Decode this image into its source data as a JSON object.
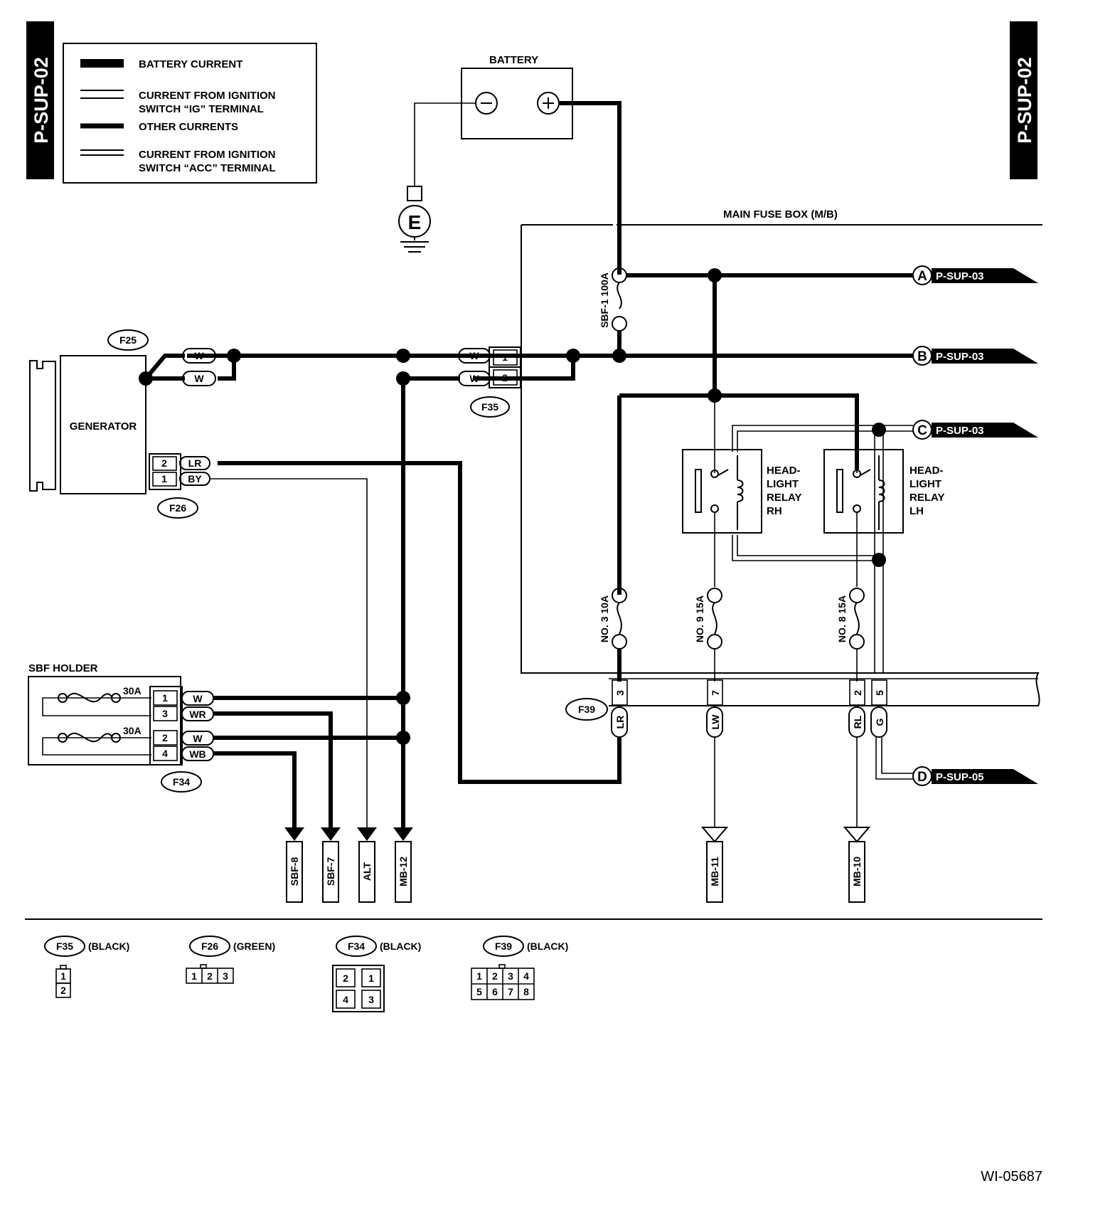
{
  "side_tabs": {
    "left": "P-SUP-02",
    "right": "P-SUP-02"
  },
  "legend": {
    "battery_current": "BATTERY CURRENT",
    "ig_line1": "CURRENT FROM IGNITION",
    "ig_line2": "SWITCH “IG” TERMINAL",
    "other": "OTHER CURRENTS",
    "acc_line1": "CURRENT FROM IGNITION",
    "acc_line2": "SWITCH “ACC” TERMINAL"
  },
  "battery": {
    "label": "BATTERY",
    "ground": "E"
  },
  "fuse_box": {
    "label": "MAIN FUSE BOX (M/B)"
  },
  "fuses": {
    "sbf1": "SBF-1 100A",
    "no3": "NO. 3 10A",
    "no9": "NO. 9 15A",
    "no8": "NO. 8 15A"
  },
  "generator": {
    "label": "GENERATOR"
  },
  "connectors": {
    "f25": "F25",
    "f35": "F35",
    "f26": "F26",
    "f34": "F34",
    "f39": "F39",
    "f35_pins": [
      "1",
      "2"
    ],
    "f26_pins": [
      "2",
      "1"
    ],
    "f34_pins": [
      "1",
      "3",
      "2",
      "4"
    ],
    "f39_pins": [
      "3",
      "7",
      "2",
      "5"
    ]
  },
  "wires": {
    "gen_w1": "W",
    "gen_w2": "W",
    "f35_w1": "W",
    "f35_w2": "W",
    "lr": "LR",
    "by": "BY",
    "sbf_w1": "W",
    "sbf_wr": "WR",
    "sbf_w2": "W",
    "sbf_wb": "WB",
    "f39_lr": "LR",
    "f39_lw": "LW",
    "f39_rl": "RL",
    "f39_g": "G"
  },
  "relays": {
    "rh": [
      "HEAD-",
      "LIGHT",
      "RELAY",
      "RH"
    ],
    "lh": [
      "HEAD-",
      "LIGHT",
      "RELAY",
      "LH"
    ]
  },
  "sbf_holder": {
    "label": "SBF HOLDER",
    "fuse1": "30A",
    "fuse2": "30A"
  },
  "outputs": {
    "a": {
      "letter": "A",
      "ref": "P-SUP-03"
    },
    "b": {
      "letter": "B",
      "ref": "P-SUP-03"
    },
    "c": {
      "letter": "C",
      "ref": "P-SUP-03"
    },
    "d": {
      "letter": "D",
      "ref": "P-SUP-05"
    }
  },
  "terminals": [
    "SBF-8",
    "SBF-7",
    "ALT",
    "MB-12",
    "MB-11",
    "MB-10"
  ],
  "connector_views": [
    {
      "id": "F35",
      "color": "(BLACK)",
      "pins": [
        "1",
        "2"
      ]
    },
    {
      "id": "F26",
      "color": "(GREEN)",
      "pins": [
        "1",
        "2",
        "3"
      ]
    },
    {
      "id": "F34",
      "color": "(BLACK)",
      "pins": [
        "2",
        "1",
        "4",
        "3"
      ]
    },
    {
      "id": "F39",
      "color": "(BLACK)",
      "pins": [
        "1",
        "2",
        "3",
        "4",
        "5",
        "6",
        "7",
        "8"
      ]
    }
  ],
  "doc_id": "WI-05687"
}
